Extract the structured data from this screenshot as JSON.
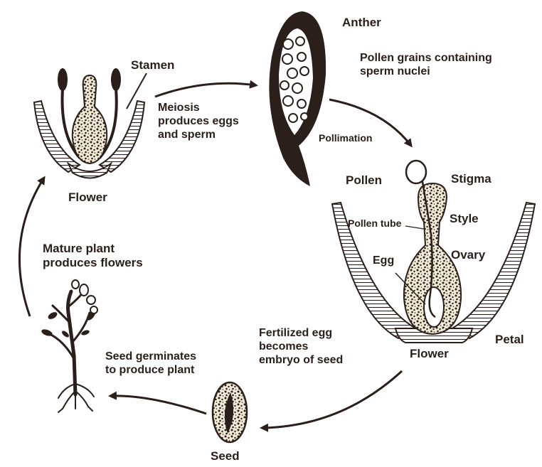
{
  "diagram": {
    "colors": {
      "ink": "#2a1f1a",
      "background": "#ffffff",
      "seed_fill": "#e8dfc7"
    },
    "labels": {
      "stamen": "Stamen",
      "meiosis": [
        "Meiosis",
        "produces eggs",
        "and sperm"
      ],
      "flower_left": "Flower",
      "anther": "Anther",
      "pollen_grains": [
        "Pollen grains containing",
        "sperm nuclei"
      ],
      "pollination": "Pollimation",
      "pollen": "Pollen",
      "stigma": "Stigma",
      "pollen_tube": "Pollen tube",
      "style": "Style",
      "ovary": "Ovary",
      "egg": "Egg",
      "fertilized_egg": [
        "Fertilized egg",
        "becomes",
        "embryo of seed"
      ],
      "flower_right": "Flower",
      "petal": "Petal",
      "seed": "Seed",
      "seed_germinates": [
        "Seed germinates",
        "to produce plant"
      ],
      "mature_plant": [
        "Mature plant",
        "produces flowers"
      ]
    }
  }
}
